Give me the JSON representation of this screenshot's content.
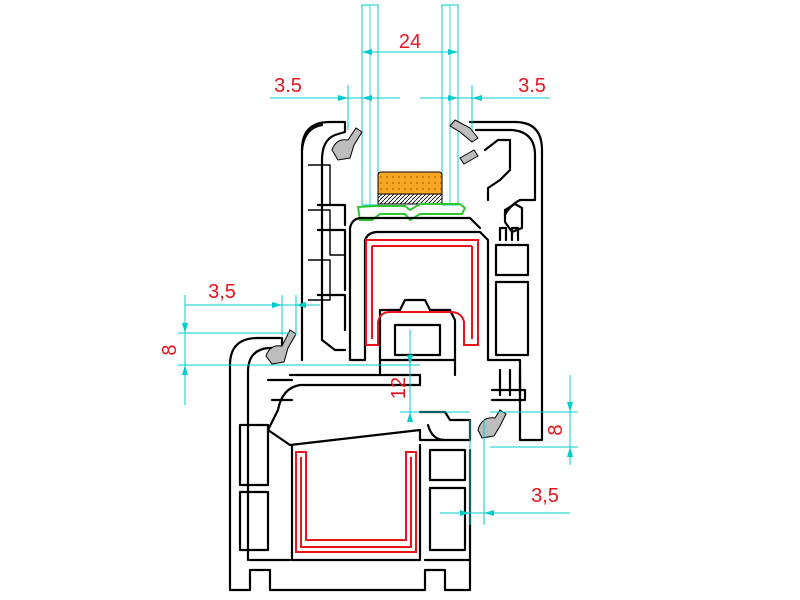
{
  "colors": {
    "profile": "#000000",
    "dimension_line": "#00cccc",
    "dimension_text": "#e8141c",
    "steel_reinforcement": "#e8141c",
    "glass_bead": "#2dc82d",
    "spacer": "#f5a623"
  },
  "dimensions": {
    "glass_width": "24",
    "left_top_gap": "3.5",
    "right_top_gap": "3.5",
    "left_mid_gap": "3,5",
    "left_rebate": "8",
    "center_overlap": "12",
    "right_rebate": "8",
    "bottom_right_gap": "3,5"
  }
}
